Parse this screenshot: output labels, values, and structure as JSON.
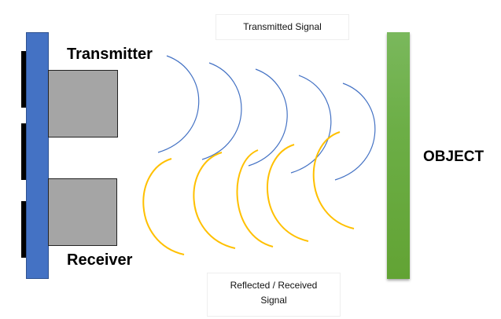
{
  "diagram": {
    "title": "Ultrasonic sensor signal diagram",
    "labels": {
      "transmitter": "Transmitter",
      "receiver": "Receiver",
      "object": "OBJECT",
      "transmitted_signal": "Transmitted Signal",
      "reflected_signal_line1": "Reflected / Received",
      "reflected_signal_line2": "Signal"
    },
    "colors": {
      "sensor_board": "#4472c4",
      "transducer": "#a5a5a5",
      "object": "#70ad47",
      "transmitted_wave": "#4472c4",
      "reflected_wave": "#ffc000"
    },
    "transmitted_wave_count": 5,
    "reflected_wave_count": 5
  }
}
